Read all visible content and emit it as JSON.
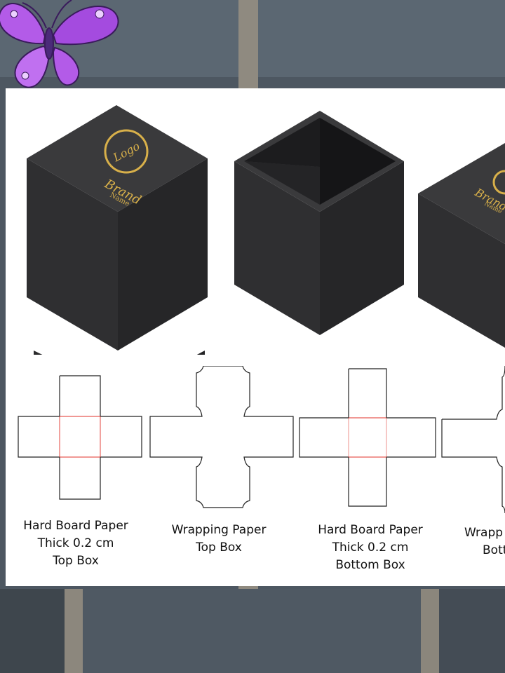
{
  "brand": {
    "logo_text": "Logo",
    "brand_text": "Brand",
    "name_text": "Name"
  },
  "colors": {
    "box": "#3b3b3d",
    "foil": "#d8b04a",
    "fold_line": "#e0322a",
    "cut_line": "#222222",
    "butterfly": "#b35be8"
  },
  "labels": [
    {
      "line1": "Hard Board Paper",
      "line2": "Thick 0.2 cm",
      "line3": "Top Box"
    },
    {
      "line1": "Wrapping Paper",
      "line2": "Top Box"
    },
    {
      "line1": "Hard Board Paper",
      "line2": "Thick 0.2 cm",
      "line3": "Bottom Box"
    },
    {
      "line1": "Wrapp",
      "line2": "Bott"
    }
  ]
}
